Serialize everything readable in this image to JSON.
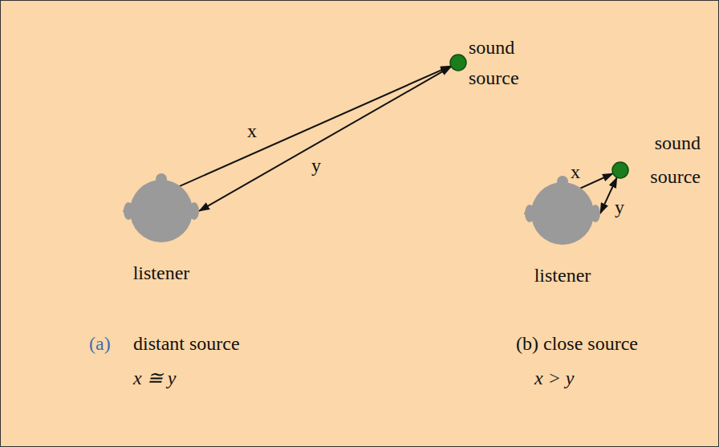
{
  "diagram": {
    "nodes": [
      {
        "text": [
          "listener"
        ]
      },
      {
        "text": [
          "sound source"
        ]
      },
      {
        "text": [
          "listener"
        ]
      },
      {
        "text": [
          "sound source"
        ]
      }
    ],
    "edges": [
      {
        "from": 0,
        "to": 1,
        "label": "x",
        "arrow": "both"
      },
      {
        "from": 0,
        "to": 1,
        "label": "y",
        "arrow": "both"
      },
      {
        "from": 2,
        "to": 3,
        "label": "x",
        "arrow": "both"
      },
      {
        "from": 2,
        "to": 3,
        "label": "y",
        "arrow": "both"
      }
    ],
    "labels": [
      "(a)",
      "distant source",
      "x ≅ y",
      "(b) close source",
      "x > y"
    ]
  }
}
